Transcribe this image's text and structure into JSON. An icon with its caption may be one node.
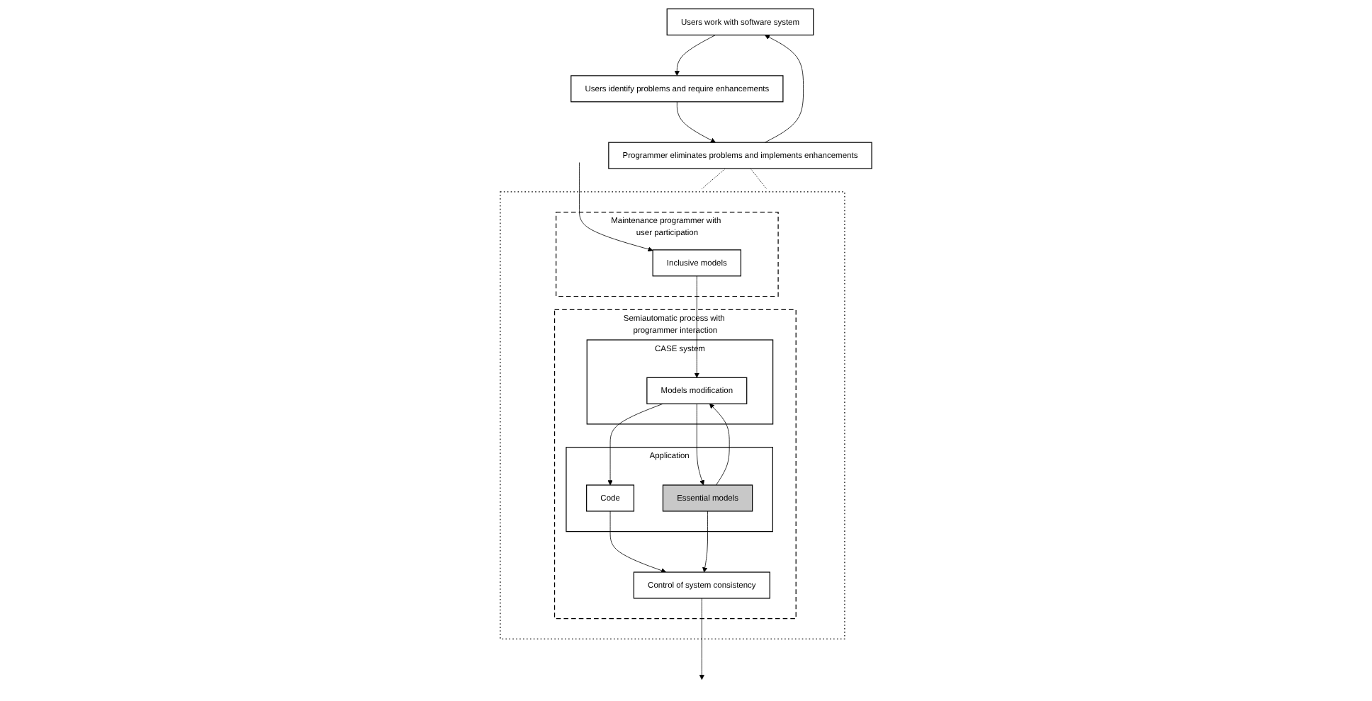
{
  "diagram": {
    "nodes": [
      {
        "text": [
          "Users work with software system"
        ]
      },
      {
        "text": [
          "Users identify problems and require enhancements"
        ]
      },
      {
        "text": [
          "Programmer eliminates problems and implements enhancements"
        ]
      },
      {
        "text": [],
        "shape": "box"
      },
      {
        "text": [
          "Semiautomatic process with programmer interaction"
        ],
        "in": 3
      },
      {
        "text": [
          "Control of system consistency"
        ],
        "in": 4
      },
      {
        "text": [
          "Application"
        ],
        "in": 4
      },
      {
        "text": [
          "Code"
        ],
        "in": 6
      },
      {
        "text": [
          "Essential models"
        ],
        "in": 6
      },
      {
        "text": [
          "CASE system"
        ],
        "in": 4
      },
      {
        "text": [
          "Models modification"
        ],
        "in": 9
      },
      {
        "text": [
          "Maintenance programmer with user participation"
        ],
        "in": 3
      },
      {
        "text": [
          "Inclusive models"
        ],
        "in": 11
      }
    ],
    "edges": [
      {
        "from": 2,
        "to": 0,
        "arrow": "to"
      },
      {
        "from": 0,
        "to": 1,
        "arrow": "to"
      },
      {
        "from": 1,
        "to": 2,
        "arrow": "to"
      },
      {
        "from": 2,
        "to": 3,
        "arrow": "none",
        "style": "dashed"
      },
      {
        "from": 2,
        "to": 3,
        "arrow": "none",
        "style": "dashed"
      },
      {
        "from": null,
        "to": 12,
        "arrow": "to"
      },
      {
        "from": 12,
        "to": 10,
        "arrow": "to"
      },
      {
        "from": 10,
        "to": 7,
        "arrow": "to"
      },
      {
        "from": 10,
        "to": 8,
        "arrow": "to"
      },
      {
        "from": 8,
        "to": 10,
        "arrow": "to"
      },
      {
        "from": 7,
        "to": 5,
        "arrow": "to"
      },
      {
        "from": 8,
        "to": 5,
        "arrow": "to"
      },
      {
        "from": 5,
        "to": null,
        "arrow": "to"
      }
    ]
  }
}
